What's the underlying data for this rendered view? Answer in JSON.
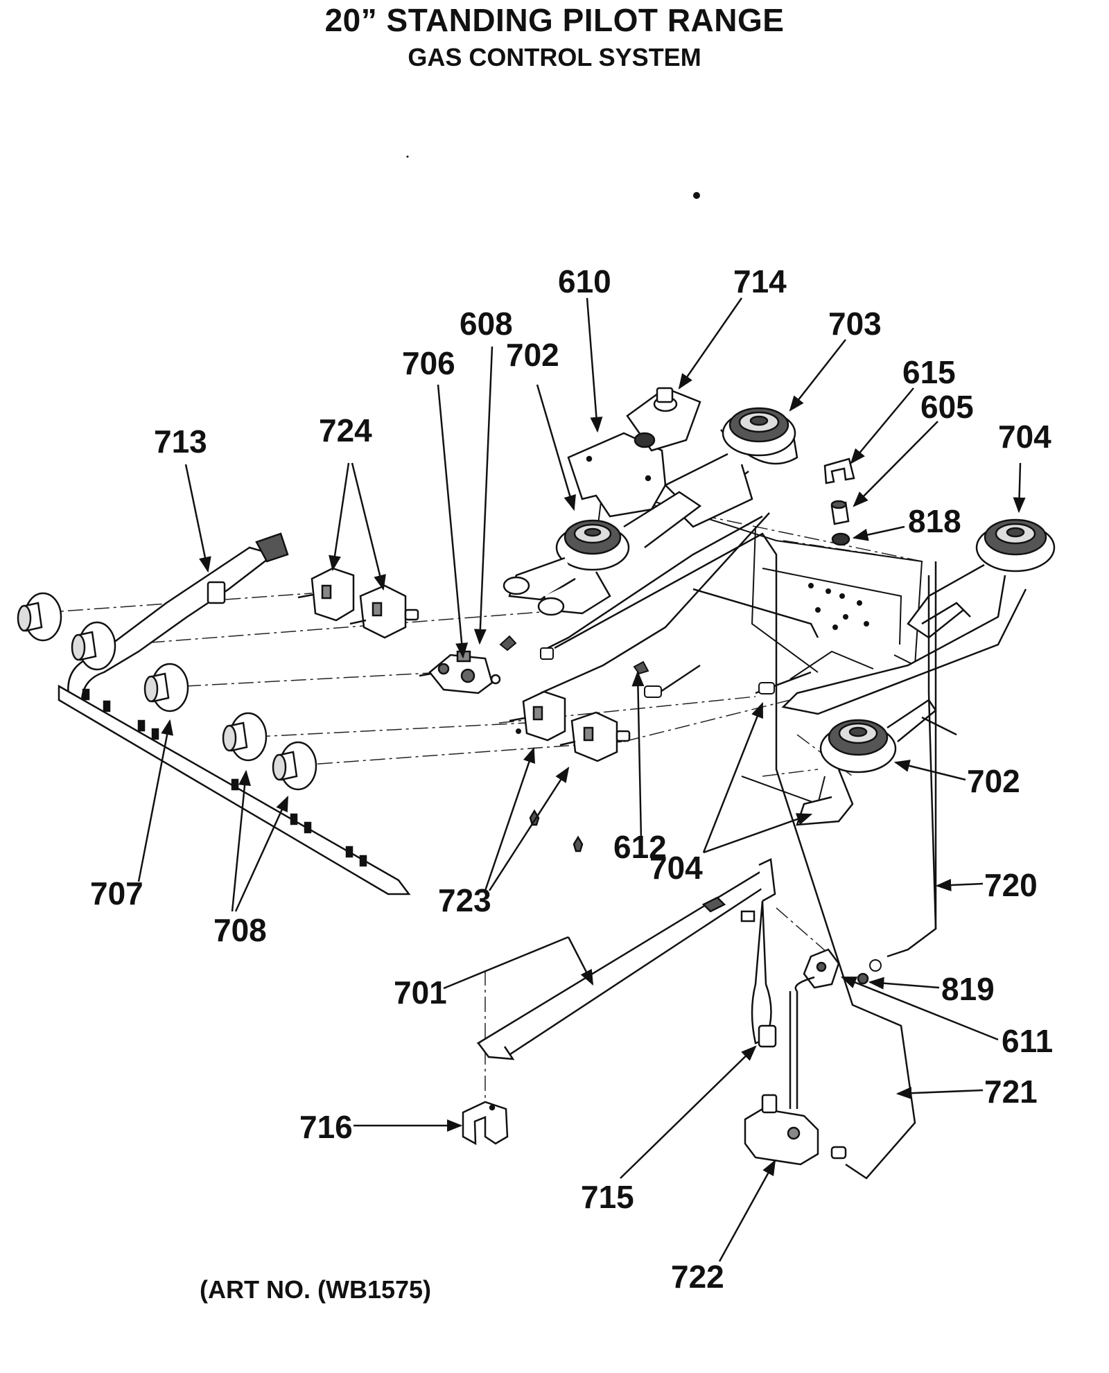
{
  "title": "20” STANDING PILOT RANGE",
  "subtitle": "GAS CONTROL SYSTEM",
  "art_number": "(ART NO. (WB1575)",
  "part_labels": {
    "p610": "610",
    "p714": "714",
    "p608": "608",
    "p703": "703",
    "p706": "706",
    "p702a": "702",
    "p615": "615",
    "p605": "605",
    "p713": "713",
    "p724": "724",
    "p704a": "704",
    "p818": "818",
    "p702b": "702",
    "p612": "612",
    "p704b": "704",
    "p707": "707",
    "p708": "708",
    "p723": "723",
    "p720": "720",
    "p701": "701",
    "p819": "819",
    "p611": "611",
    "p721": "721",
    "p716": "716",
    "p715": "715",
    "p722": "722"
  }
}
